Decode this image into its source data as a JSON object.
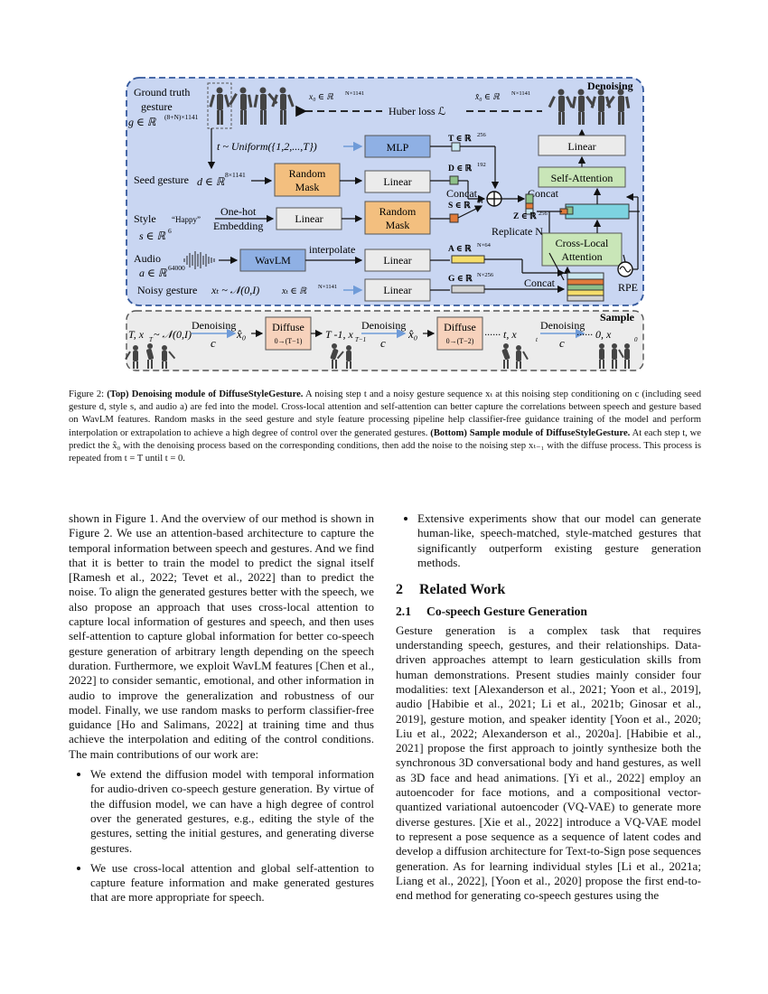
{
  "figure": {
    "main_title": "Denoising",
    "sample_title": "Sample",
    "ground_truth_1": "Ground truth",
    "ground_truth_2": "gesture",
    "g_label": "g ∈ ℝ",
    "g_sup": "(8+N)×1141",
    "x0_top": "x₀ ∈ ℝ",
    "x0_top_sup": "N×1141",
    "x0hat_top": "x̂₀ ∈ ℝ",
    "x0hat_top_sup": "N×1141",
    "huber": "Huber loss ℒ",
    "t_uniform": "t ~ Uniform({1,2,...,T})",
    "mlp": "MLP",
    "T_label": "T ∈ ℝ",
    "T_sup": "256",
    "seed_gesture": "Seed gesture",
    "d_label": "d ∈ ℝ",
    "d_sup": "8×1141",
    "random_mask_1": "Random",
    "random_mask_2": "Mask",
    "linear": "Linear",
    "D_label": "D ∈ ℝ",
    "D_sup": "192",
    "concat": "Concat",
    "style_label": "Style",
    "happy": "“Happy”",
    "s_label": "s ∈ ℝ",
    "s_sup": "6",
    "one_hot_1": "One-hot",
    "one_hot_2": "Embedding",
    "S_label": "S ∈ ℝ",
    "S_sup": "64",
    "Z_label": "Z ∈ ℝ",
    "Z_sup": "256",
    "replicate": "Replicate N",
    "audio_label": "Audio",
    "a_label": "a ∈ ℝ",
    "a_sup": "64000",
    "wavlm": "WavLM",
    "interpolate": "interpolate",
    "A_label": "A ∈ ℝ",
    "A_sup": "N×64",
    "noisy_gesture": "Noisy gesture",
    "xt_label": "xₜ ~ 𝒩(0,I)",
    "xt_dim": "xₜ ∈ ℝ",
    "xt_dim_sup": "N×1141",
    "G_label": "G ∈ ℝ",
    "G_sup": "N×256",
    "self_attention": "Self-Attention",
    "cross_local_1": "Cross-Local",
    "cross_local_2": "Attention",
    "rpe": "RPE",
    "s_start": "T, x",
    "s_start2": "T",
    "s_start3": " ~ 𝒩(0,I)",
    "s_denoising": "Denoising",
    "s_c": "c",
    "s_x0": "x̂₀",
    "s_diffuse": "Diffuse",
    "s_diffuse_sub1": "0→(T−1)",
    "s_diffuse_sub2": "0→(T−2)",
    "s_mid": "T -1, x",
    "s_mid2": "T−1",
    "s_dots": "······ t, x",
    "s_dots2": "t",
    "s_end": "······ 0, x",
    "s_end2": "0"
  },
  "caption": {
    "label": "Figure 2: ",
    "bold1": "(Top) Denoising module of DiffuseStyleGesture.",
    "text1": " A noising step t and a noisy gesture sequence xₜ at this noising step conditioning on c (including seed gesture d, style s, and audio a) are fed into the model. Cross-local attention and self-attention can better capture the correlations between speech and gesture based on WavLM features. Random masks in the seed gesture and style feature processing pipeline help classifier-free guidance training of the model and perform interpolation or extrapolation to achieve a high degree of control over the generated gestures. ",
    "bold2": "(Bottom) Sample module of DiffuseStyleGesture.",
    "text2": " At each step t, we predict the x̂₀ with the denoising process based on the corresponding conditions, then add the noise to the noising step xₜ₋₁ with the diffuse process. This process is repeated from t = T until t = 0."
  },
  "left_column": {
    "para": "shown in Figure 1. And the overview of our method is shown in Figure 2. We use an attention-based architecture to capture the temporal information between speech and gestures. And we find that it is better to train the model to predict the signal itself [Ramesh et al., 2022; Tevet et al., 2022] than to predict the noise. To align the generated gestures better with the speech, we also propose an approach that uses cross-local attention to capture local information of gestures and speech, and then uses self-attention to capture global information for better co-speech gesture generation of arbitrary length depending on the speech duration. Furthermore, we exploit WavLM features [Chen et al., 2022] to consider semantic, emotional, and other information in audio to improve the generalization and robustness of our model. Finally, we use random masks to perform classifier-free guidance [Ho and Salimans, 2022] at training time and thus achieve the interpolation and editing of the control conditions. The main contributions of our work are:",
    "bullets": [
      "We extend the diffusion model with temporal information for audio-driven co-speech gesture generation. By virtue of the diffusion model, we can have a high degree of control over the generated gestures, e.g., editing the style of the gestures, setting the initial gestures, and generating diverse gestures.",
      "We use cross-local attention and global self-attention to capture feature information and make generated gestures that are more appropriate for speech."
    ]
  },
  "right_column": {
    "bullet": "Extensive experiments show that our model can generate human-like, speech-matched, style-matched gestures that significantly outperform existing gesture generation methods.",
    "section_num": "2",
    "section_title": "Related Work",
    "subsection_num": "2.1",
    "subsection_title": "Co-speech Gesture Generation",
    "para": "Gesture generation is a complex task that requires understanding speech, gestures, and their relationships. Data-driven approaches attempt to learn gesticulation skills from human demonstrations. Present studies mainly consider four modalities: text [Alexanderson et al., 2021; Yoon et al., 2019], audio [Habibie et al., 2021; Li et al., 2021b; Ginosar et al., 2019], gesture motion, and speaker identity [Yoon et al., 2020; Liu et al., 2022; Alexanderson et al., 2020a]. [Habibie et al., 2021] propose the first approach to jointly synthesize both the synchronous 3D conversational body and hand gestures, as well as 3D face and head animations. [Yi et al., 2022] employ an autoencoder for face motions, and a compositional vector-quantized variational autoencoder (VQ-VAE) to generate more diverse gestures. [Xie et al., 2022] introduce a VQ-VAE model to represent a pose sequence as a sequence of latent codes and develop a diffusion architecture for Text-to-Sign pose sequences generation. As for learning individual styles [Li et al., 2021a; Liang et al., 2022], [Yoon et al., 2020] propose the first end-to-end method for generating co-speech gestures using the"
  }
}
